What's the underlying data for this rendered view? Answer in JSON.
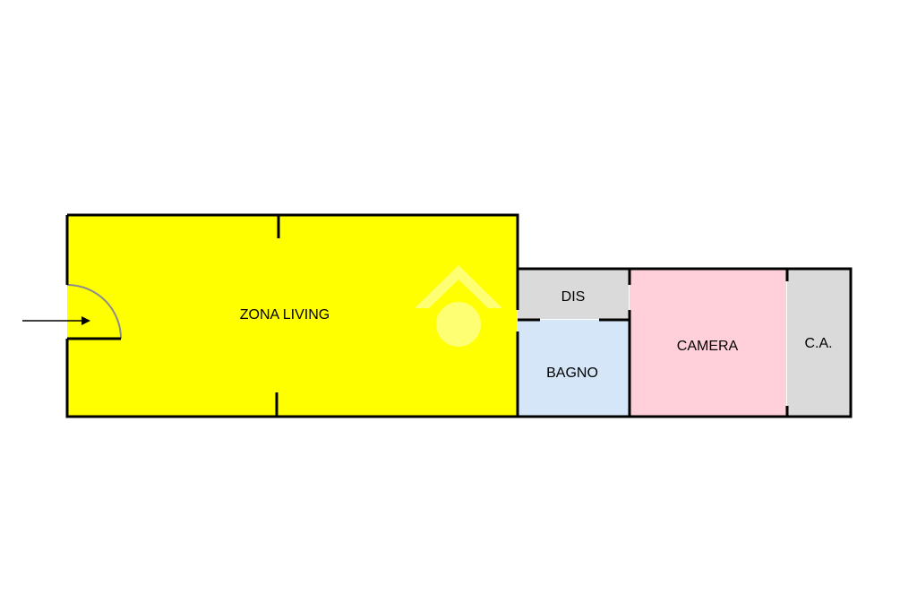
{
  "colors": {
    "wall": "#000000",
    "living": "#ffff00",
    "dis": "#dadada",
    "bagno": "#d4e6f8",
    "camera": "#ffd0da",
    "ca": "#dadada",
    "door_swing": "#8c8c8c",
    "watermark": "#ffffff"
  },
  "rooms": {
    "zona_living": "ZONA LIVING",
    "dis": "DIS",
    "bagno": "BAGNO",
    "camera": "CAMERA",
    "ca": "C.A."
  },
  "icons": {
    "entrance": "entrance-arrow-icon",
    "watermark": "watermark-logo-icon"
  }
}
